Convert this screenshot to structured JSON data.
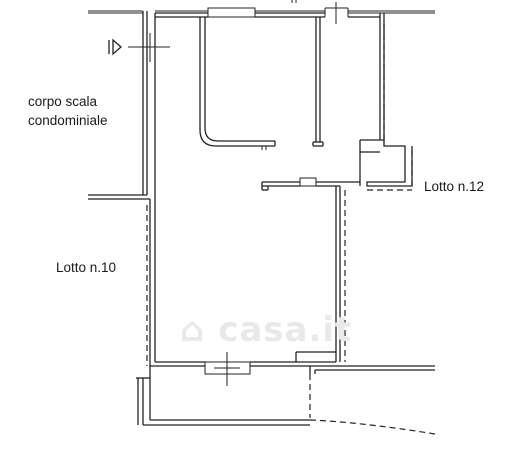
{
  "labels": {
    "stair_line1": "corpo scala",
    "stair_line2": "condominiale",
    "lotto_12": "Lotto n.12",
    "lotto_10": "Lotto n.10"
  },
  "watermark": "casa.it",
  "colors": {
    "line": "#222222",
    "background": "#ffffff",
    "watermark": "#e9e9e9"
  },
  "icons": [
    "entrance-arrow-icon",
    "watermark-house-icon"
  ]
}
